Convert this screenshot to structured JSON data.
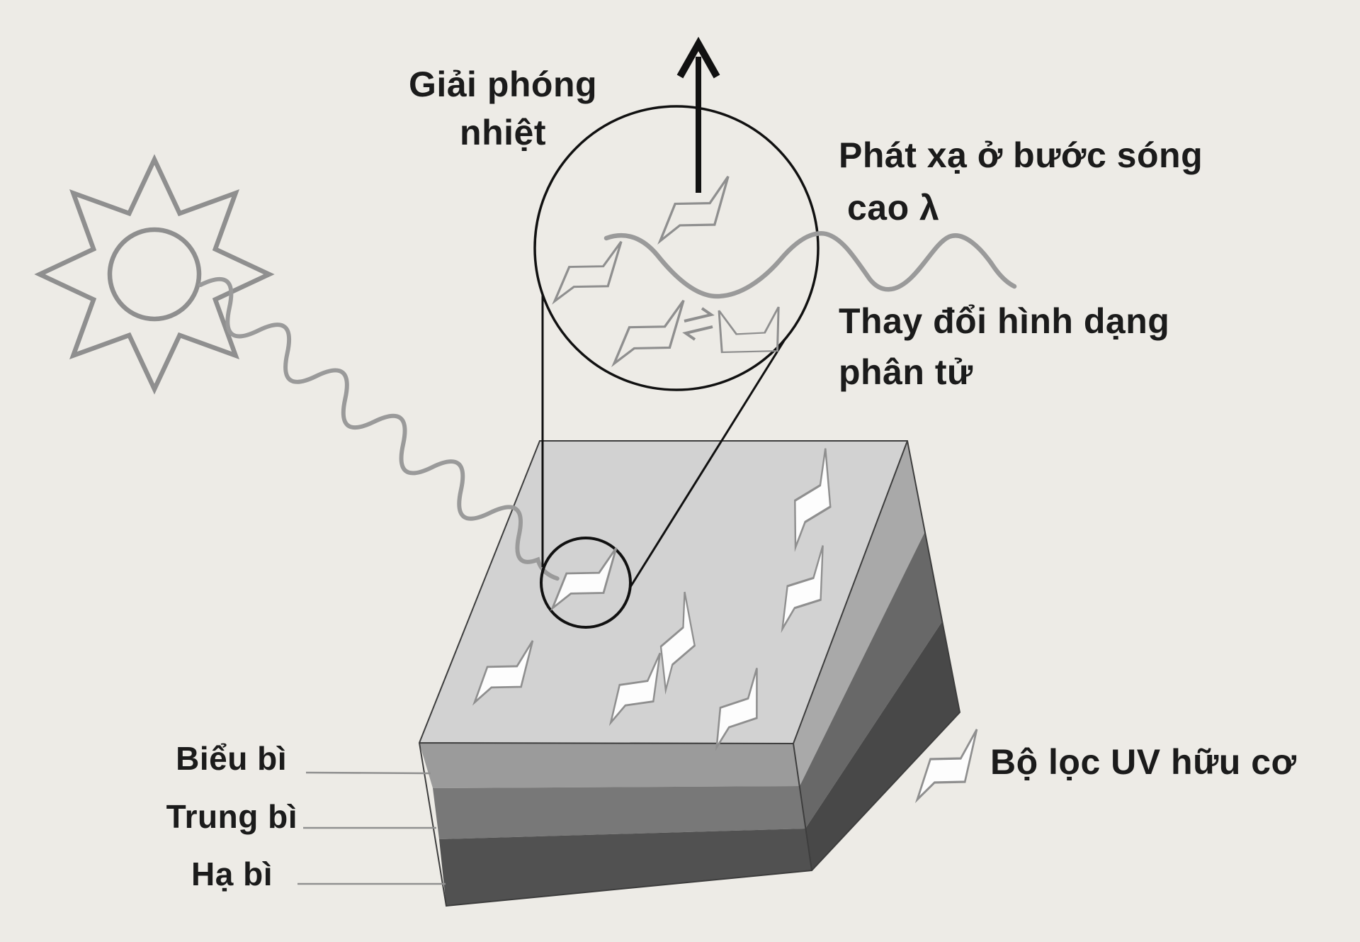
{
  "diagram_title": "Organic UV filter on skin (Vietnamese diagram)",
  "annotations": {
    "heat_release": {
      "line1": "Giải phóng",
      "line2": "nhiệt"
    },
    "emission": {
      "line1": "Phát xạ ở bước sóng",
      "line2": "cao λ"
    },
    "molecular_change": {
      "line1": "Thay đổi hình dạng",
      "line2": "phân tử"
    }
  },
  "skin_layers": [
    {
      "label": "Biểu bì"
    },
    {
      "label": "Trung bì"
    },
    {
      "label": "Hạ bì"
    }
  ],
  "legend": {
    "label": "Bộ lọc UV hữu cơ",
    "icon": "trans-molecule-icon"
  },
  "icons": {
    "sun": "eight-point-star-sun-outline",
    "uv_ray": "wavy-line-from-sun",
    "heat": "upward-arrow",
    "emitted_wave": "long-wavelength-wave",
    "equilibrium": "⇌",
    "magnifier": "zoom-callout-circles",
    "molecule_trans": "zigzag-parallelogram",
    "molecule_cis": "u-shaped-molecule"
  },
  "colors": {
    "background": "#edebe6",
    "line_gray": "#8f8f8f",
    "wave_gray": "#9a9a9a",
    "ink_black": "#111111",
    "top_face": "#d2d2d2",
    "epidermis_front": "#9b9b9b",
    "dermis_front": "#787878",
    "hypodermis_front": "#515151",
    "epidermis_side": "#a9a9a9",
    "dermis_side": "#686868",
    "hypodermis_side": "#484848",
    "molecule_fill": "#fdfdfd"
  }
}
